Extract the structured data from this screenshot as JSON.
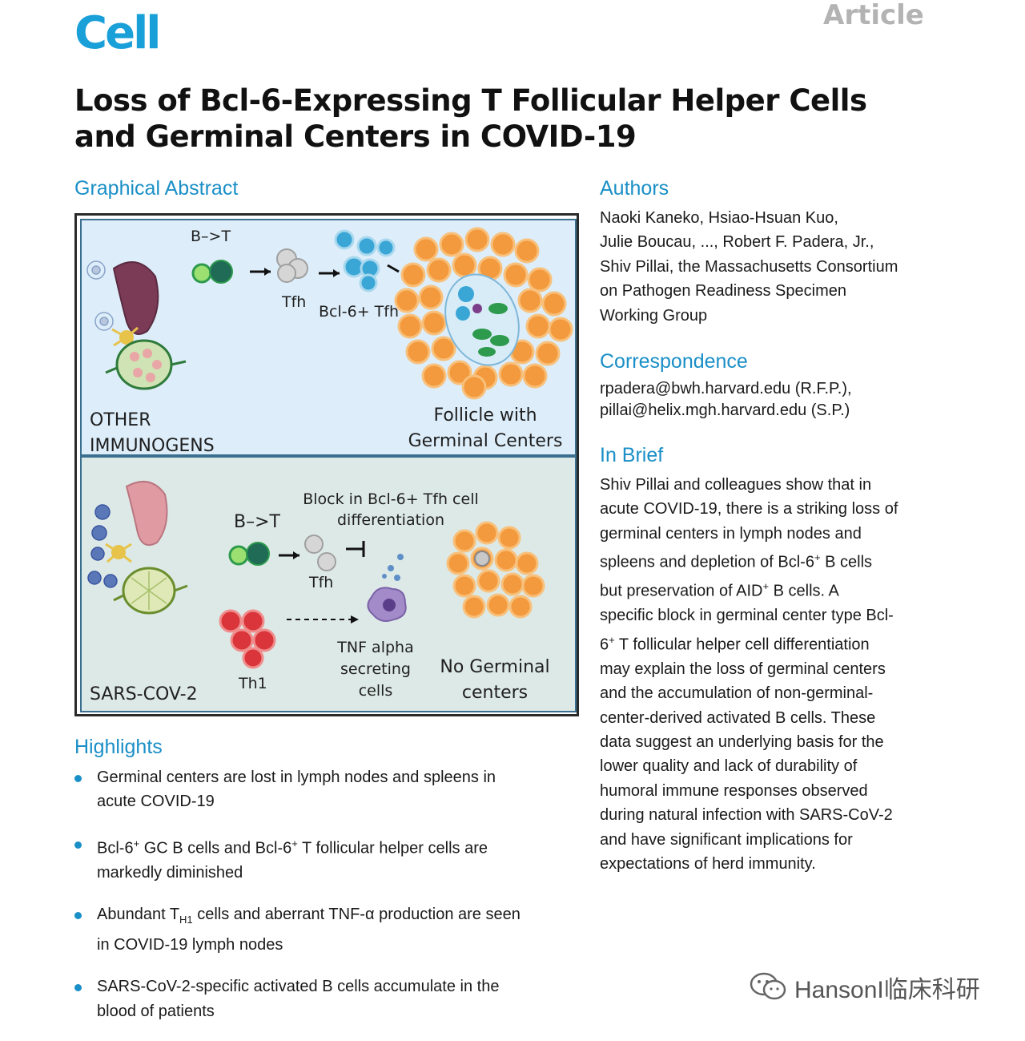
{
  "header": {
    "journal_logo": "Cell",
    "article_type": "Article",
    "title_line1": "Loss of Bcl-6-Expressing T Follicular Helper Cells",
    "title_line2": "and Germinal Centers in COVID-19"
  },
  "graphical_abstract": {
    "heading": "Graphical Abstract",
    "top_panel": {
      "b_to_t": "B–>T",
      "tfh": "Tfh",
      "bcl6_tfh": "Bcl-6+ Tfh",
      "follicle_line1": "Follicle with",
      "follicle_line2": "Germinal Centers",
      "other_line1": "OTHER",
      "other_line2": "IMMUNOGENS"
    },
    "bottom_panel": {
      "block_line1": "Block in Bcl-6+ Tfh cell",
      "block_line2": "differentiation",
      "b_to_t": "B–>T",
      "tfh": "Tfh",
      "th1": "Th1",
      "tnf_line1": "TNF alpha",
      "tnf_line2": "secreting",
      "tnf_line3": "cells",
      "no_gc_line1": "No Germinal",
      "no_gc_line2": "centers",
      "sars": "SARS-COV-2"
    },
    "colors": {
      "accent": "#1a8fc7",
      "germinal_orange": "#f39a3e",
      "tfh_blue": "#3aa6d6",
      "th1_red": "#d9353a",
      "b_green": "#2e9a4d"
    }
  },
  "authors": {
    "heading": "Authors",
    "lines": [
      "Naoki Kaneko, Hsiao-Hsuan Kuo,",
      "Julie Boucau, ..., Robert F. Padera, Jr.,",
      "Shiv Pillai, the Massachusetts Consortium",
      "on Pathogen Readiness Specimen",
      "Working Group"
    ]
  },
  "correspondence": {
    "heading": "Correspondence",
    "lines": [
      "rpadera@bwh.harvard.edu (R.F.P.),",
      "pillai@helix.mgh.harvard.edu (S.P.)"
    ]
  },
  "in_brief": {
    "heading": "In Brief",
    "line1": "Shiv Pillai and colleagues show that in",
    "line2": "acute COVID-19, there is a striking loss of",
    "line3": "germinal centers in lymph nodes and",
    "line4_a": "spleens and depletion of Bcl-6",
    "line4_b": " B cells",
    "line5_a": "but preservation of AID",
    "line5_b": " B cells. A",
    "line6": "specific block in germinal center type Bcl-",
    "line7_a": "6",
    "line7_b": " T follicular helper cell differentiation",
    "line8": "may explain the loss of germinal centers",
    "line9": "and the accumulation of non-germinal-",
    "line10": "center-derived activated B cells. These",
    "line11": "data suggest an underlying basis for the",
    "line12": "lower quality and lack of durability of",
    "line13": "humoral immune responses observed",
    "line14": "during natural infection with SARS-CoV-2",
    "line15": "and have significant implications for",
    "line16": "expectations of herd immunity.",
    "sup_plus": "+"
  },
  "highlights": {
    "heading": "Highlights",
    "h1_line1": "Germinal centers are lost in lymph nodes and spleens in",
    "h1_line2": "acute COVID-19",
    "h2_a": "Bcl-6",
    "h2_b": " GC B cells and Bcl-6",
    "h2_c": " T follicular helper cells are",
    "h2_line2": "markedly diminished",
    "h3_a": "Abundant T",
    "h3_sub": "H1",
    "h3_b": " cells and aberrant TNF-α production are seen",
    "h3_line2": "in COVID-19 lymph nodes",
    "h4_line1": "SARS-CoV-2-specific activated B cells accumulate in the",
    "h4_line2": "blood of patients",
    "sup_plus": "+"
  },
  "watermark": {
    "text": "HansonI临床科研"
  }
}
